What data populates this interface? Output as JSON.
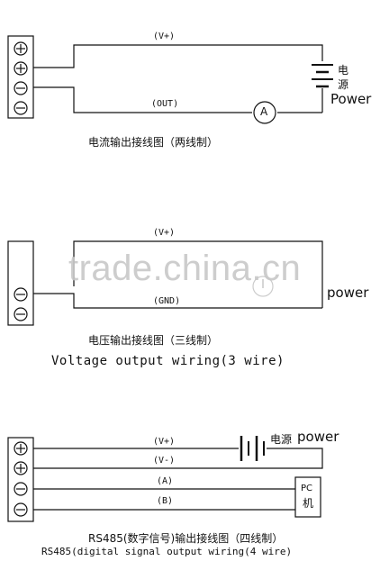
{
  "diagram1": {
    "v_plus": "(V+)",
    "out": "(OUT)",
    "meter": "A",
    "supply_cn_1": "电",
    "supply_cn_2": "源",
    "power": "Power",
    "caption_cn": "电流输出接线图（两线制）"
  },
  "diagram2": {
    "v_plus": "(V+)",
    "gnd": "(GND)",
    "power": "power",
    "caption_cn": "电压输出接线图（三线制）",
    "caption_en": "Voltage output wiring(3 wire)"
  },
  "diagram3": {
    "v_plus": "(V+)",
    "v_minus": "(V-)",
    "a": "(A)",
    "b": "(B)",
    "supply_cn": "电源",
    "power": "power",
    "pc_1": "PC",
    "pc_2": "机",
    "caption_cn": "RS485(数字信号)输出接线图（四线制）",
    "caption_en": "RS485(digital signal output wiring(4 wire)"
  },
  "watermark": "trade.china.cn"
}
